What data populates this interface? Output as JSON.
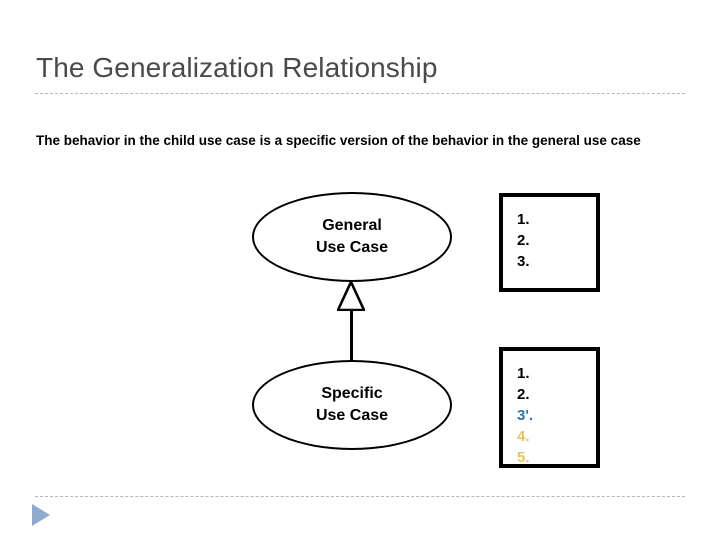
{
  "slide": {
    "title": "The Generalization Relationship",
    "body_text": "The behavior in the child use case is a specific version of the behavior in the general use case"
  },
  "diagram": {
    "general_use_case": {
      "line1": "General",
      "line2": "Use Case"
    },
    "specific_use_case": {
      "line1": "Specific",
      "line2": "Use Case"
    },
    "relationship": "generalization-arrow"
  },
  "general_steps": {
    "items": [
      {
        "label": "1.",
        "color": "#000000"
      },
      {
        "label": "2.",
        "color": "#000000"
      },
      {
        "label": "3.",
        "color": "#000000"
      }
    ]
  },
  "specific_steps": {
    "items": [
      {
        "label": "1.",
        "color": "#000000"
      },
      {
        "label": "2.",
        "color": "#000000"
      },
      {
        "label": "3'.",
        "color": "#2E74B5"
      },
      {
        "label": "4.",
        "color": "#E8C55A"
      },
      {
        "label": "5.",
        "color": "#E8C55A"
      }
    ]
  },
  "nav": {
    "next_icon": "play-triangle-icon"
  },
  "colors": {
    "title": "#4a4a4a",
    "rule": "#b7b7b7",
    "outline": "#000000",
    "accent_blue": "#2E74B5",
    "accent_gold": "#E8C55A",
    "nav_arrow": "#8faaca"
  }
}
